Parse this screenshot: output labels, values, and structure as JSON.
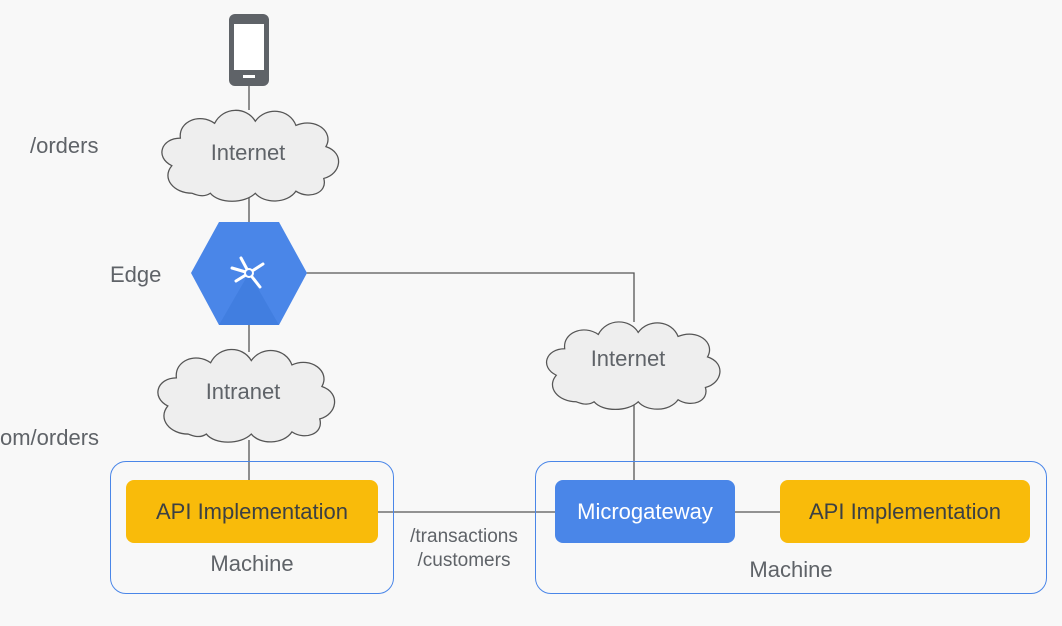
{
  "labels": {
    "orders_path": "/orders",
    "edge": "Edge",
    "internal_path": "om/orders"
  },
  "clouds": {
    "top": "Internet",
    "intranet": "Intranet",
    "right": "Internet"
  },
  "left_machine": {
    "api": "API Implementation",
    "label": "Machine"
  },
  "right_machine": {
    "microgateway": "Microgateway",
    "api": "API Implementation",
    "label": "Machine"
  },
  "paths": {
    "line1": "/transactions",
    "line2": "/customers"
  },
  "colors": {
    "edge_blue": "#4a86e8",
    "api_yellow": "#f9bb0a",
    "device_gray": "#5f6368"
  },
  "icons": {
    "device": "smartphone-icon",
    "edge": "apigee-edge-icon",
    "network": "cloud-icon"
  }
}
